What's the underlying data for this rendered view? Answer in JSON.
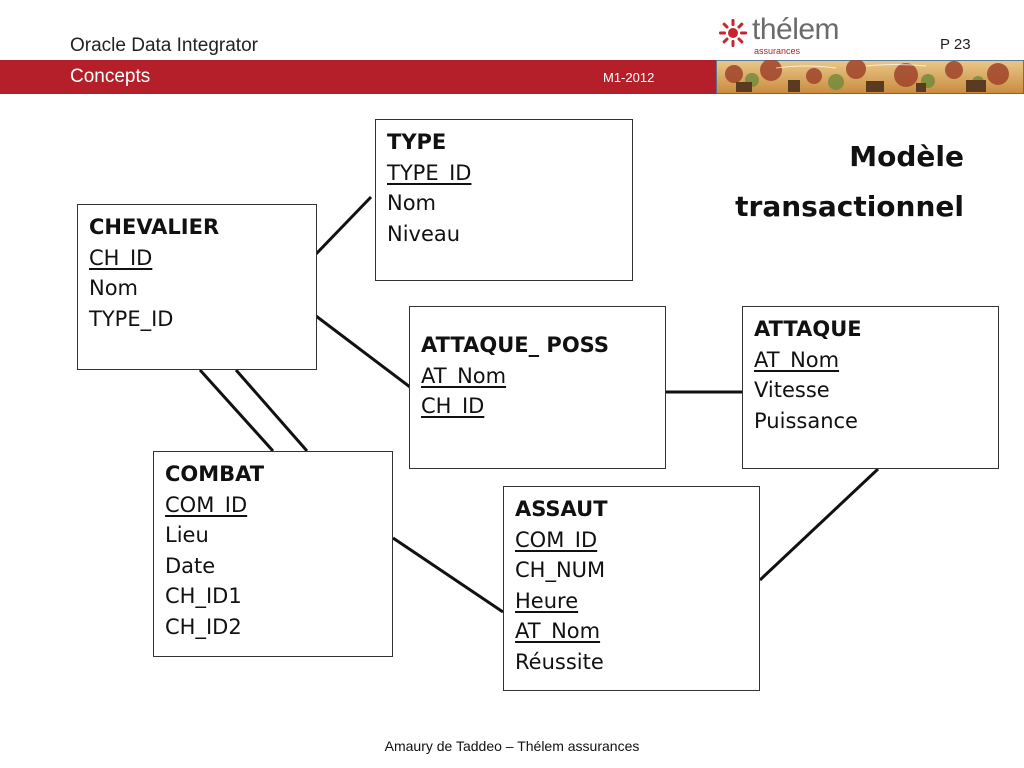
{
  "header": {
    "app_title": "Oracle Data Integrator",
    "page_number": "P 23",
    "section": "Concepts",
    "code": "M1-2012",
    "logo": {
      "name": "thélem",
      "subtitle": "assurances"
    }
  },
  "heading": {
    "line1": "Modèle",
    "line2": "transactionnel"
  },
  "entities": {
    "type": {
      "name": "TYPE",
      "attributes": [
        {
          "text": "TYPE_ID",
          "underline": true
        },
        {
          "text": "Nom",
          "underline": false
        },
        {
          "text": "Niveau",
          "underline": false
        }
      ]
    },
    "chevalier": {
      "name": "CHEVALIER",
      "attributes": [
        {
          "text": "CH_ID",
          "underline": true
        },
        {
          "text": "Nom",
          "underline": false
        },
        {
          "text": "TYPE_ID",
          "underline": false
        }
      ]
    },
    "attaque_poss": {
      "name": "ATTAQUE_ POSS",
      "attributes": [
        {
          "text": "AT_Nom",
          "underline": true
        },
        {
          "text": "CH_ID",
          "underline": true
        }
      ]
    },
    "attaque": {
      "name": "ATTAQUE",
      "attributes": [
        {
          "text": "AT_Nom",
          "underline": true
        },
        {
          "text": "Vitesse",
          "underline": false
        },
        {
          "text": "Puissance",
          "underline": false
        }
      ]
    },
    "combat": {
      "name": "COMBAT",
      "attributes": [
        {
          "text": "COM_ID",
          "underline": true
        },
        {
          "text": "Lieu",
          "underline": false
        },
        {
          "text": "Date",
          "underline": false
        },
        {
          "text": "CH_ID1",
          "underline": false
        },
        {
          "text": "CH_ID2",
          "underline": false
        }
      ]
    },
    "assaut": {
      "name": "ASSAUT",
      "attributes": [
        {
          "text": "COM_ID",
          "underline": true
        },
        {
          "text": "CH_NUM",
          "underline": false
        },
        {
          "text": "Heure",
          "underline": true
        },
        {
          "text": "AT_Nom",
          "underline": true
        },
        {
          "text": "Réussite",
          "underline": false
        }
      ]
    }
  },
  "footer": {
    "text": "Amaury de Taddeo – Thélem assurances"
  },
  "colors": {
    "band": "#b41f2a",
    "line": "#111111",
    "border": "#333333"
  }
}
